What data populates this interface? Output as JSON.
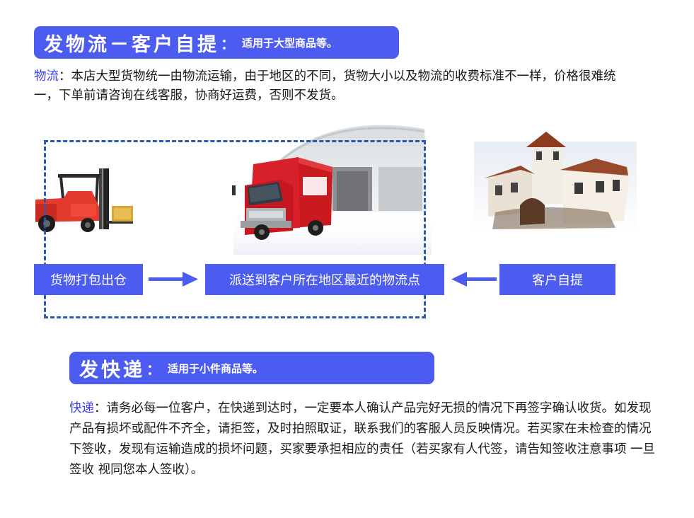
{
  "section1": {
    "title": "发物流－客户自提",
    "colon": "：",
    "subtitle": "适用于大型商品等。",
    "label": "物流",
    "label_colon": "：",
    "text": "本店大型货物统一由物流运输，由于地区的不同，货物大小以及物流的收费标准不一样，价格很难统一，下单前请咨询在线客服，协商好运费，否则不发货。"
  },
  "flow": {
    "step1": "货物打包出仓",
    "step2": "派送到客户所在地区最近的物流点",
    "step3": "客户自提"
  },
  "section2": {
    "title": "发快递",
    "colon": "：",
    "subtitle": "适用于小件商品等。",
    "label": "快递",
    "label_colon": "：",
    "text": "请务必每一位客户，在快递到达时，一定要本人确认产品完好无损的情况下再签字确认收货。如发现产品有损坏或配件不齐全，请拒签，及时拍照取证，联系我们的客服人员反映情况。若买家在未检查的情况下签收，发现有运输造成的损坏问题，买家要承担相应的责任（若买家有人代签，请告知签收注意事项 一旦签收 视同您本人签收）。"
  },
  "colors": {
    "accent": "#4d5cf0",
    "label": "#3a3df0",
    "dashed_border": "#2a5ab0",
    "arrow": "#4d5cf0"
  },
  "icons": {
    "forklift": "forklift-icon",
    "truck": "delivery-truck-icon",
    "house": "villa-house-icon",
    "arrow_right": "arrow-right-icon",
    "arrow_left": "arrow-left-icon"
  }
}
